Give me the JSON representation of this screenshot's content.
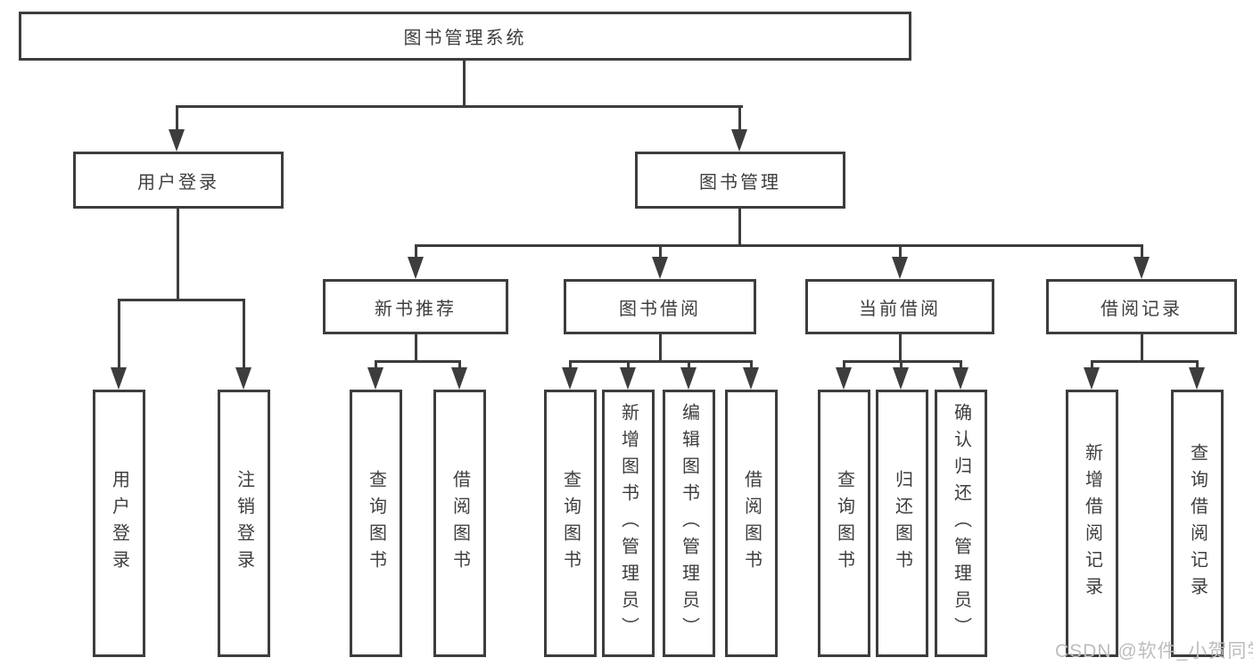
{
  "tree": {
    "root": "图书管理系统",
    "children": [
      {
        "label": "用户登录",
        "children": [
          "用户登录",
          "注销登录"
        ]
      },
      {
        "label": "图书管理",
        "children": [
          {
            "label": "新书推荐",
            "children": [
              "查询图书",
              "借阅图书"
            ]
          },
          {
            "label": "图书借阅",
            "children": [
              "查询图书",
              "新增图书（管理员）",
              "编辑图书（管理员）",
              "借阅图书"
            ]
          },
          {
            "label": "当前借阅",
            "children": [
              "查询图书",
              "归还图书",
              "确认归还（管理员）"
            ]
          },
          {
            "label": "借阅记录",
            "children": [
              "新增借阅记录",
              "查询借阅记录"
            ]
          }
        ]
      }
    ]
  },
  "watermark": "CSDN @软件_小贺同学",
  "colors": {
    "line": "#3d3d3d",
    "text": "#3e3e3e",
    "watermark": "#bdbdbd",
    "background": "#ffffff"
  }
}
